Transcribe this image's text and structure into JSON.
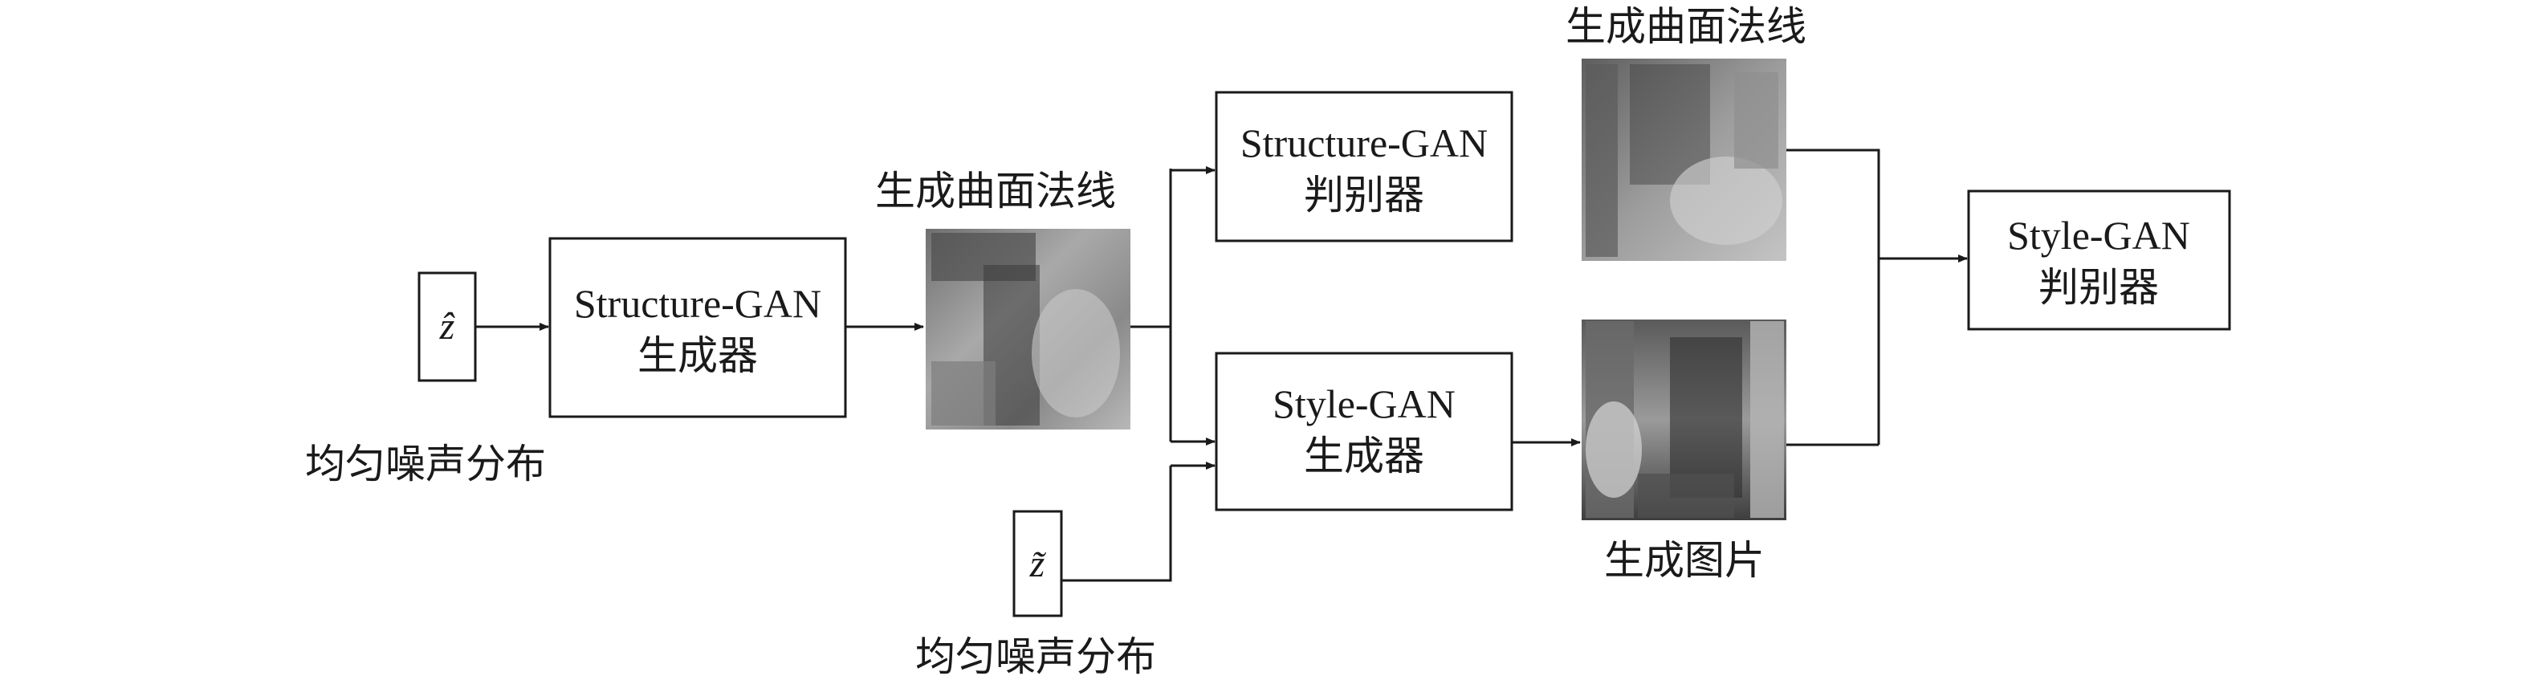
{
  "noise": {
    "z_hat_symbol": "ẑ",
    "z_tilde_symbol": "z̃",
    "caption_1": "均匀噪声分布",
    "caption_2": "均匀噪声分布"
  },
  "structure_generator": {
    "line1": "Structure-GAN",
    "line2": "生成器"
  },
  "structure_discriminator": {
    "line1": "Structure-GAN",
    "line2": "判别器"
  },
  "style_generator": {
    "line1": "Style-GAN",
    "line2": "生成器"
  },
  "style_discriminator": {
    "line1": "Style-GAN",
    "line2": "判别器"
  },
  "images": {
    "normals_mid_caption": "生成曲面法线",
    "normals_top_caption": "生成曲面法线",
    "generated_image_caption": "生成图片"
  }
}
